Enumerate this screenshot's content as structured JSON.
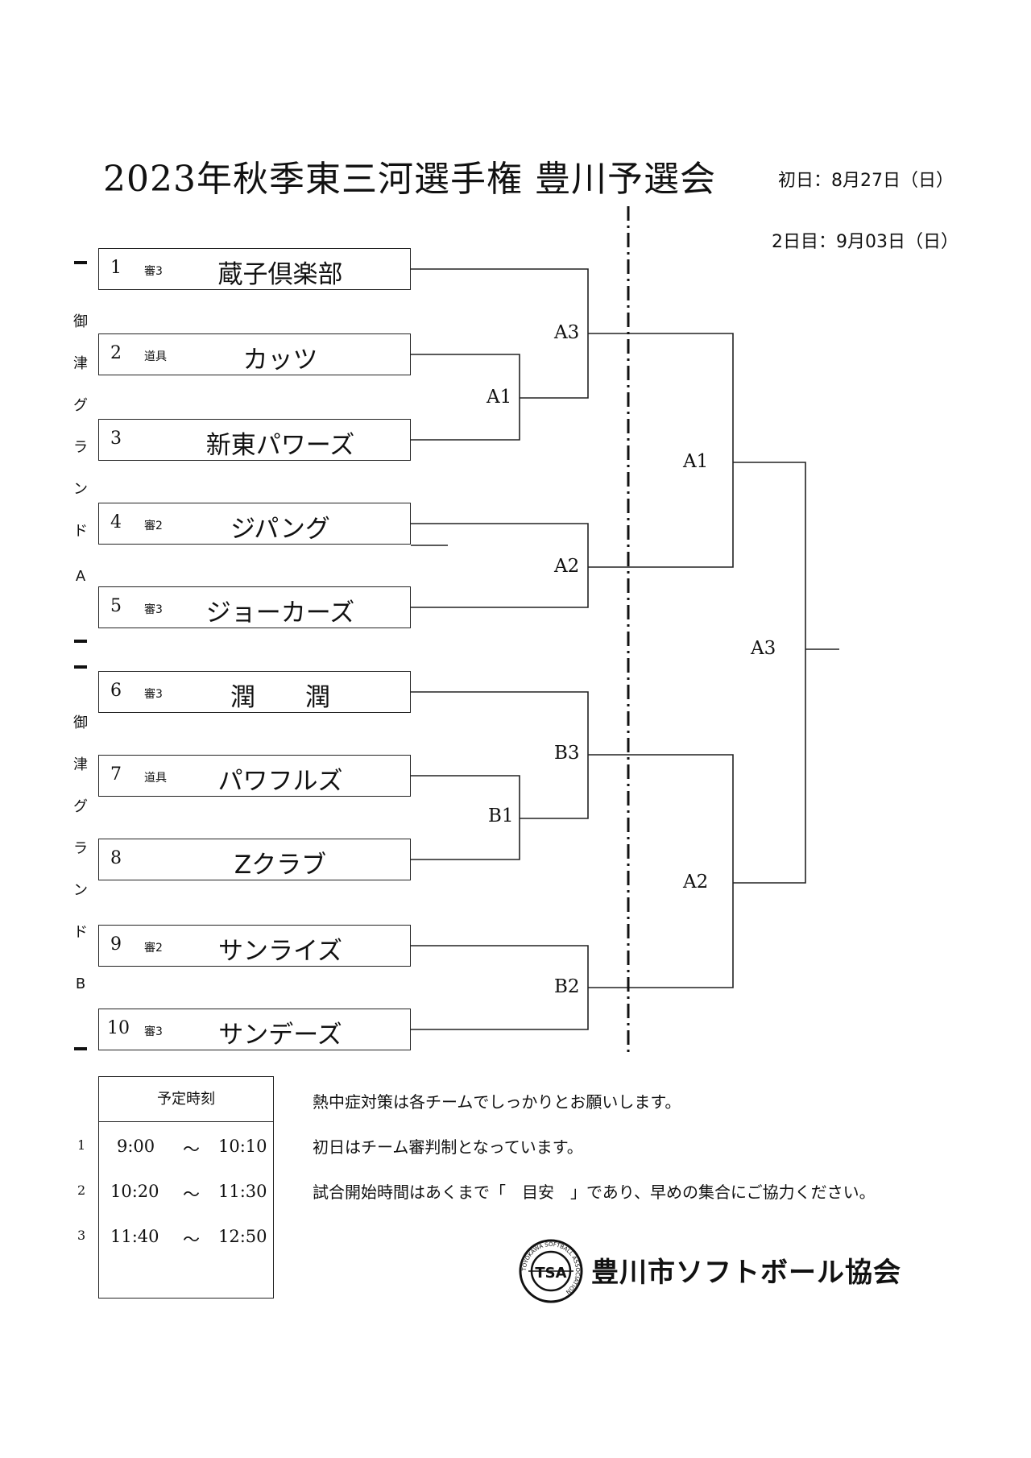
{
  "header": {
    "title": "2023年秋季東三河選手権 豊川予選会",
    "day1": "初日：8月27日（日）",
    "day2": "2日目：9月03日（日）"
  },
  "groups": [
    {
      "venue": [
        "御",
        "津",
        "グ",
        "ラ",
        "ン",
        "ド",
        "A"
      ]
    },
    {
      "venue": [
        "御",
        "津",
        "グ",
        "ラ",
        "ン",
        "ド",
        "B"
      ]
    }
  ],
  "teams": [
    {
      "num": "1",
      "ref": "審3",
      "name": "蔵子倶楽部"
    },
    {
      "num": "2",
      "ref": "道具",
      "name": "カッツ"
    },
    {
      "num": "3",
      "ref": "",
      "name": "新東パワーズ"
    },
    {
      "num": "4",
      "ref": "審2",
      "name": "ジパング"
    },
    {
      "num": "5",
      "ref": "審3",
      "name": "ジョーカーズ"
    },
    {
      "num": "6",
      "ref": "審3",
      "name": "潤　　潤"
    },
    {
      "num": "7",
      "ref": "道具",
      "name": "パワフルズ"
    },
    {
      "num": "8",
      "ref": "",
      "name": "Zクラブ"
    },
    {
      "num": "9",
      "ref": "審2",
      "name": "サンライズ"
    },
    {
      "num": "10",
      "ref": "審3",
      "name": "サンデーズ"
    }
  ],
  "matches": {
    "a1": "A1",
    "a3": "A3",
    "a2": "A2",
    "b1": "B1",
    "b3": "B3",
    "b2": "B2",
    "day2_a1": "A1",
    "day2_a2": "A2",
    "final": "A3"
  },
  "schedule": {
    "header": "予定時刻",
    "rows": [
      {
        "idx": "1",
        "start": "9:00",
        "tilde": "～",
        "end": "10:10"
      },
      {
        "idx": "2",
        "start": "10:20",
        "tilde": "～",
        "end": "11:30"
      },
      {
        "idx": "3",
        "start": "11:40",
        "tilde": "～",
        "end": "12:50"
      }
    ]
  },
  "notes": [
    "熱中症対策は各チームでしっかりとお願いします。",
    "初日はチーム審判制となっています。",
    "試合開始時間はあくまで「　目安　」であり、早めの集合にご協力ください。"
  ],
  "logo": {
    "badge": "TSA",
    "ring_text": "TOYOKAWA SOFTBALL ASSOCIATION"
  },
  "organization": "豊川市ソフトボール協会"
}
